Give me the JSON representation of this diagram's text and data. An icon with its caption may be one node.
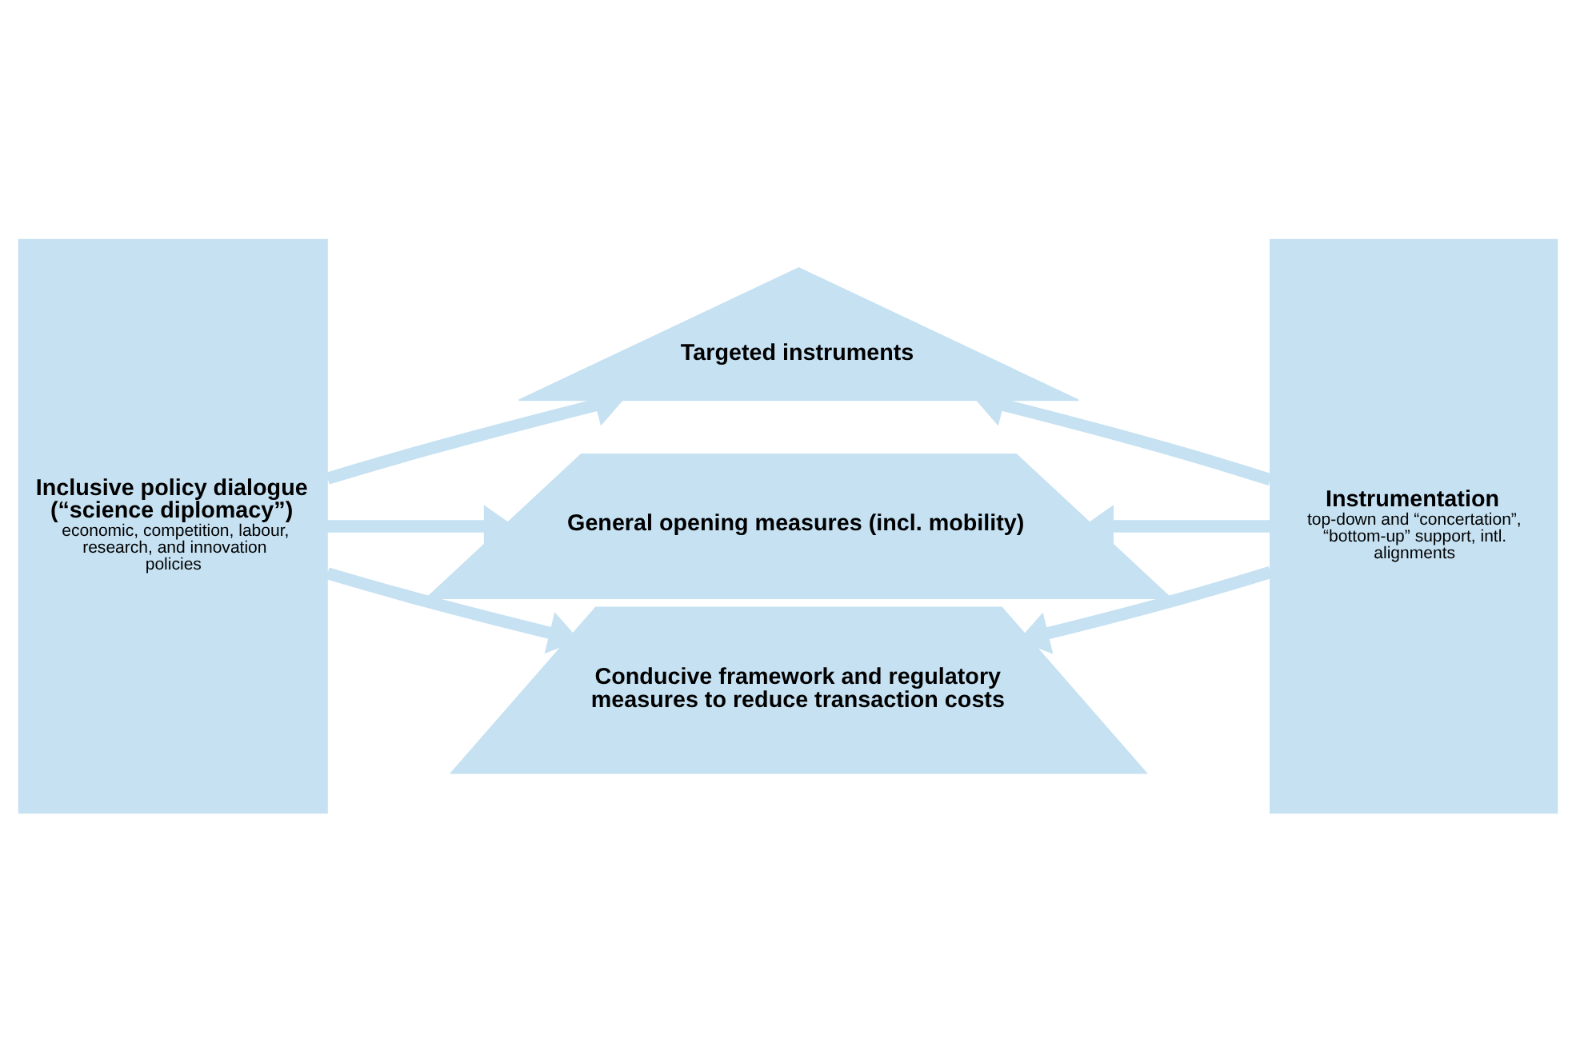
{
  "diagram": {
    "nodes": [
      {
        "text": [
          "Inclusive policy dialogue (“science diplomacy”)",
          "economic, competition, labour, research, and innovation policies"
        ]
      },
      {
        "text": [
          "Instrumentation",
          "top-down and “concertation”, “bottom-up” support, intl. alignments"
        ]
      },
      {
        "text": [
          "Targeted instruments"
        ]
      },
      {
        "text": [
          "General opening measures (incl. mobility)"
        ]
      },
      {
        "text": [
          "Conducive framework and regulatory measures to reduce transaction costs"
        ]
      }
    ],
    "edges": [
      {
        "from": 0,
        "to": 2,
        "arrow": "to"
      },
      {
        "from": 0,
        "to": 3,
        "arrow": "to"
      },
      {
        "from": 0,
        "to": 4,
        "arrow": "to"
      },
      {
        "from": 1,
        "to": 2,
        "arrow": "to"
      },
      {
        "from": 1,
        "to": 3,
        "arrow": "to"
      },
      {
        "from": 1,
        "to": 4,
        "arrow": "to"
      }
    ]
  }
}
